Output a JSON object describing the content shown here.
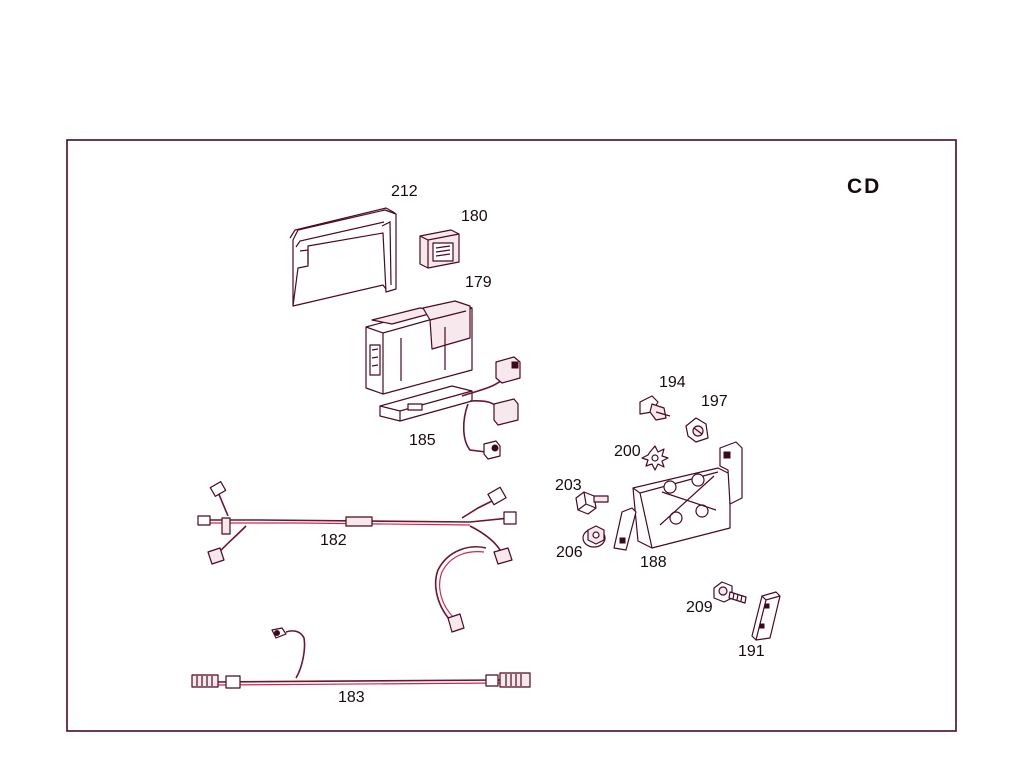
{
  "diagram": {
    "variant_label": "CD",
    "colors": {
      "line": "#4a0a1e",
      "wire_accent": "#d2264f",
      "background": "#ffffff"
    },
    "callouts": {
      "c212": "212",
      "c180": "180",
      "c179": "179",
      "c185": "185",
      "c194": "194",
      "c197": "197",
      "c200": "200",
      "c203": "203",
      "c206": "206",
      "c188": "188",
      "c182": "182",
      "c209": "209",
      "c191": "191",
      "c183": "183"
    }
  }
}
